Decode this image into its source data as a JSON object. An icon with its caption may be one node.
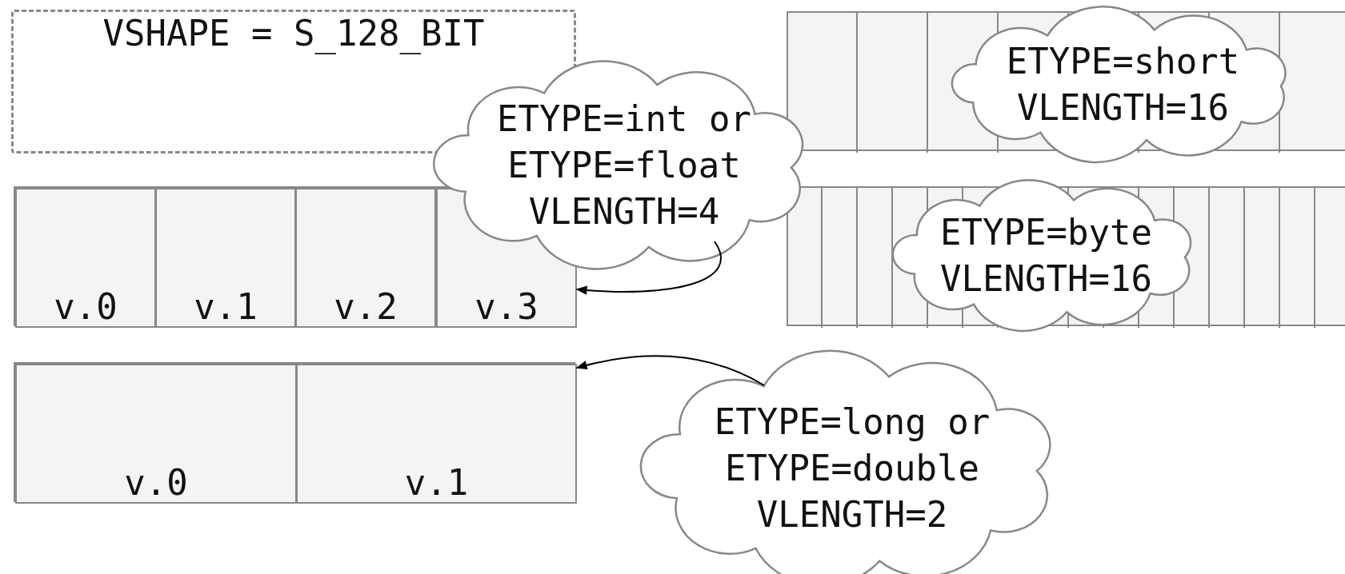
{
  "diagram": {
    "nodes": [
      {
        "text": [
          "VSHAPE = S_128_BIT"
        ]
      },
      {
        "text": [],
        "shape": "box"
      },
      {
        "text": [
          "ETYPE=short",
          "VLENGTH=16"
        ],
        "in": 1
      },
      {
        "text": [
          "ETYPE=int or",
          "ETYPE=float",
          "VLENGTH=4"
        ]
      },
      {
        "text": [],
        "shape": "box"
      },
      {
        "text": [
          "v.0"
        ],
        "in": 4
      },
      {
        "text": [
          "v.1"
        ],
        "in": 4
      },
      {
        "text": [
          "v.2"
        ],
        "in": 4
      },
      {
        "text": [
          "v.3"
        ],
        "in": 4
      },
      {
        "text": [],
        "shape": "box"
      },
      {
        "text": [
          "ETYPE=byte",
          "VLENGTH=16"
        ],
        "in": 9
      },
      {
        "text": [],
        "shape": "box"
      },
      {
        "text": [
          "v.0"
        ],
        "in": 11
      },
      {
        "text": [
          "v.1"
        ],
        "in": 11
      },
      {
        "text": [
          "ETYPE=long or",
          "ETYPE=double",
          "VLENGTH=2"
        ]
      }
    ],
    "edges": [
      {
        "from": 3,
        "to": 4,
        "arrow": "to"
      },
      {
        "from": 14,
        "to": 11,
        "arrow": "to"
      }
    ]
  }
}
